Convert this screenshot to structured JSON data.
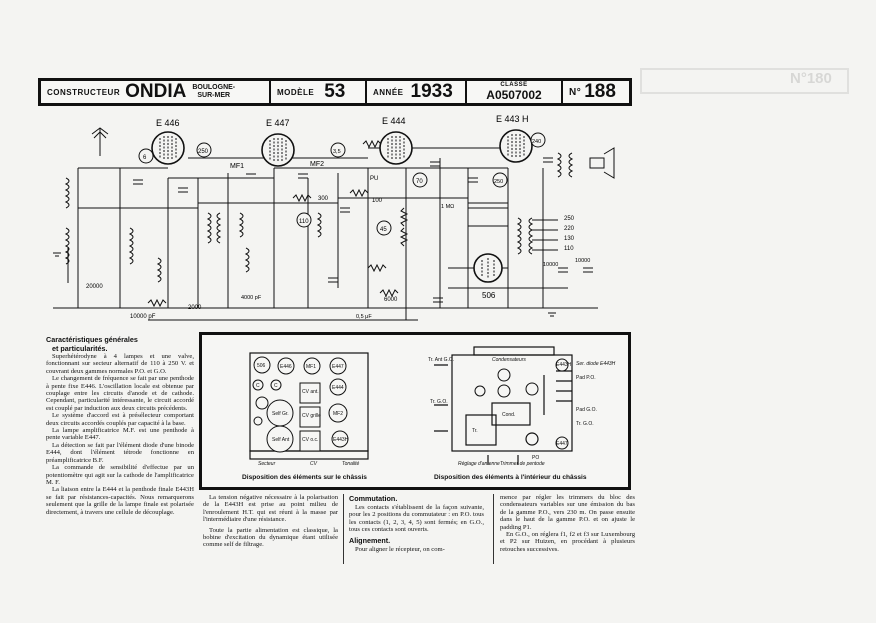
{
  "header": {
    "constructeur_label": "CONSTRUCTEUR",
    "constructeur": "ONDIA",
    "location_line1": "BOULOGNE-",
    "location_line2": "SUR-MER",
    "modele_label": "MODÈLE",
    "modele": "53",
    "annee_label": "ANNÉE",
    "annee": "1933",
    "classe_label": "CLASSE",
    "classe": "A0507002",
    "numero_label": "N°",
    "numero": "188"
  },
  "ghost": {
    "numero": "N°180"
  },
  "schematic": {
    "tubes": [
      {
        "id": "t1",
        "name": "E 446",
        "num": "6"
      },
      {
        "id": "t2",
        "name": "E 447",
        "num": "250"
      },
      {
        "id": "t3",
        "name": "E 444",
        "num": "3,5"
      },
      {
        "id": "t4",
        "name": "E 443 H",
        "num": "240"
      }
    ],
    "labels": {
      "mf1": "MF1",
      "mf2": "MF2",
      "pu": "PU",
      "r300": "300",
      "r100": "100",
      "r6000": "6000",
      "c20000": "20000",
      "r10000": "10000 pF",
      "rect": "506",
      "r2000": "2000",
      "r4000": "4000 pF",
      "n110": "110",
      "n45": "45",
      "n70": "70",
      "n250b": "250",
      "v250": "250",
      "v220": "220",
      "v130": "130",
      "v110": "110",
      "c10000a": "10000",
      "c10000b": "10000",
      "c1mf": "1 MΩ",
      "c05": "0,5 μF"
    }
  },
  "left_column": {
    "title_line1": "Caractéristiques générales",
    "title_line2": "et particularités.",
    "paragraphs": [
      "Superhétérodyne à 4 lampes et une valve, fonctionnant sur secteur alternatif de 110 à 250 V. et couvrant deux gammes normales P.O. et G.O.",
      "Le changement de fréquence se fait par une penthode à pente fixe E446. L'oscillation locale est obtenue par couplage entre les circuits d'anode et de cathode. Cependant, particularité intéressante, le circuit accordé est couplé par induction aux deux circuits précédents.",
      "Le système d'accord est à présélecteur comportant deux circuits accordés couplés par capacité à la base.",
      "La lampe amplificatrice M.F. est une penthode à pente variable E447.",
      "La détection se fait par l'élément diode d'une binode E444, dont l'élément tétrode fonctionne en préamplificatrice B.F.",
      "La commande de sensibilité d'effectue par un potentiomètre qui agit sur la cathode de l'amplificatrice M. F.",
      "La liaison entre la E444 et la penthode finale E443H se fait par résistances-capacités. Nous remarquerons seulement que la grille de la lampe finale est polarisée directement, à travers une cellule de découplage."
    ]
  },
  "diagrams": {
    "caption_left": "Disposition des éléments sur le châssis",
    "caption_right": "Disposition des éléments à l'intérieur du châssis",
    "left_parts": [
      "506",
      "E446",
      "MF1",
      "E447",
      "Self Gr.",
      "CV ant.",
      "E444",
      "CV grille",
      "MF2",
      "Self Ant",
      "CV o.c.",
      "E443H",
      "C",
      "C",
      "Secteur",
      "CV",
      "Tonalité"
    ],
    "right_parts": [
      "Tr. Ant G.O.",
      "Condensateurs",
      "Tr. G.O.",
      "Cond.",
      "Tr.",
      "Pad P.O.",
      "Pad G.O.",
      "Tr. G.O.",
      "Réglage d'antenne",
      "Trimmer de pentode",
      "PO",
      "E443H",
      "E447",
      "Ser. diode E443H"
    ]
  },
  "col2": {
    "p1": "La tension négative nécessaire à la polarisation de la E443H est prise au point milieu de l'enroulement H.T. qui est réuni à la masse par l'intermédiaire d'une résistance.",
    "p2": "Toute la partie alimentation est classique, la bobine d'excitation du dynamique étant utilisée comme self de filtrage."
  },
  "col3": {
    "h1": "Commutation.",
    "p1": "Les contacts s'établissent de la façon suivante, pour les 2 positions du commutateur : en P.O. tous les contacts (1, 2, 3, 4, 5) sont fermés; en G.O., tous ces contacts sont ouverts.",
    "h2": "Alignement.",
    "p2": "Pour aligner le récepteur, on com-"
  },
  "col4": {
    "p1": "mence par régler les trimmers du bloc des condensateurs variables sur une émission du bas de la gamme P.O., vers 230 m. On passe ensuite dans le haut de la gamme P.O. et on ajuste le padding P1.",
    "p2": "En G.O., on réglera f1, f2 et f3 sur Luxembourg et P2 sur Huizen, en procédant à plusieurs retouches successives."
  }
}
